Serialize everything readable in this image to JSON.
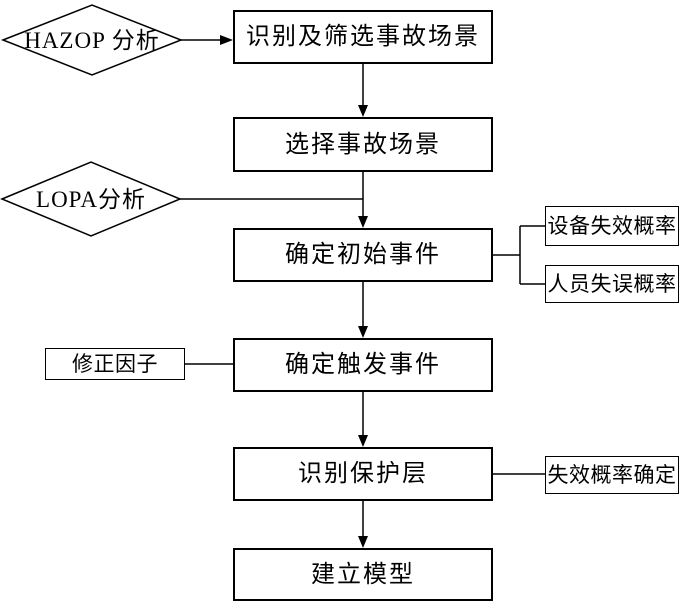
{
  "colors": {
    "line": "#000000",
    "background": "#ffffff",
    "box_fill": "#ffffff"
  },
  "nodes": {
    "hazop": {
      "label": "HAZOP 分析",
      "shape": "diamond"
    },
    "identify_screen_scenarios": {
      "label": "识别及筛选事故场景",
      "shape": "rect"
    },
    "select_scenario": {
      "label": "选择事故场景",
      "shape": "rect"
    },
    "lopa": {
      "label": "LOPA分析",
      "shape": "diamond"
    },
    "determine_initial_event": {
      "label": "确定初始事件",
      "shape": "rect"
    },
    "equipment_failure_prob": {
      "label": "设备失效概率",
      "shape": "rect"
    },
    "human_error_prob": {
      "label": "人员失误概率",
      "shape": "rect"
    },
    "correction_factor": {
      "label": "修正因子",
      "shape": "rect"
    },
    "determine_trigger_event": {
      "label": "确定触发事件",
      "shape": "rect"
    },
    "identify_protection_layers": {
      "label": "识别保护层",
      "shape": "rect"
    },
    "failure_prob_determination": {
      "label": "失效概率确定",
      "shape": "rect"
    },
    "build_model": {
      "label": "建立模型",
      "shape": "rect"
    }
  },
  "edges": [
    {
      "from": "hazop",
      "to": "identify_screen_scenarios",
      "arrow": true
    },
    {
      "from": "identify_screen_scenarios",
      "to": "select_scenario",
      "arrow": true
    },
    {
      "from": "select_scenario",
      "to": "determine_initial_event",
      "arrow": true
    },
    {
      "from": "lopa",
      "to": "determine_initial_event",
      "arrow": false
    },
    {
      "from": "determine_initial_event",
      "to": "equipment_failure_prob",
      "arrow": false
    },
    {
      "from": "determine_initial_event",
      "to": "human_error_prob",
      "arrow": false
    },
    {
      "from": "determine_initial_event",
      "to": "determine_trigger_event",
      "arrow": true
    },
    {
      "from": "correction_factor",
      "to": "determine_trigger_event",
      "arrow": false
    },
    {
      "from": "determine_trigger_event",
      "to": "identify_protection_layers",
      "arrow": true
    },
    {
      "from": "identify_protection_layers",
      "to": "failure_prob_determination",
      "arrow": false
    },
    {
      "from": "identify_protection_layers",
      "to": "build_model",
      "arrow": true
    }
  ]
}
